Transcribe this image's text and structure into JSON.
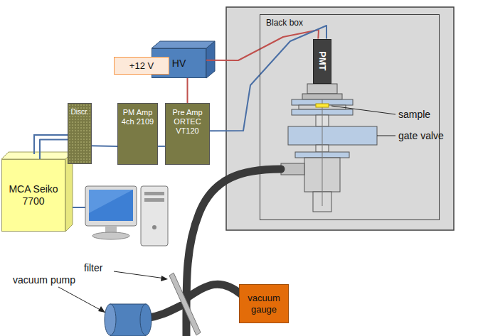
{
  "diagram": {
    "nodes": [
      {
        "text": [
          "Black box"
        ]
      },
      {
        "text": [
          "PMT"
        ],
        "in": 0
      },
      {
        "text": [
          "HV"
        ]
      },
      {
        "text": [
          "+12 V"
        ]
      },
      {
        "text": [
          "Discr."
        ]
      },
      {
        "text": [
          "PM Amp 4ch 2109"
        ]
      },
      {
        "text": [
          "Pre Amp ORTEC VT120"
        ]
      },
      {
        "text": [
          "MCA Seiko 7700"
        ]
      },
      {
        "text": [
          "vacuum gauge"
        ]
      }
    ],
    "edges": [
      {
        "from": 2,
        "to": 1,
        "arrow": "none"
      },
      {
        "from": 6,
        "to": 1,
        "arrow": "none"
      },
      {
        "from": 3,
        "to": 6,
        "arrow": "none"
      },
      {
        "from": 5,
        "to": 6,
        "arrow": "none"
      },
      {
        "from": 4,
        "to": 5,
        "arrow": "none"
      },
      {
        "from": 7,
        "to": 4,
        "arrow": "none"
      }
    ],
    "labels": [
      "sample",
      "gate valve",
      "filter",
      "vacuum pump"
    ]
  }
}
